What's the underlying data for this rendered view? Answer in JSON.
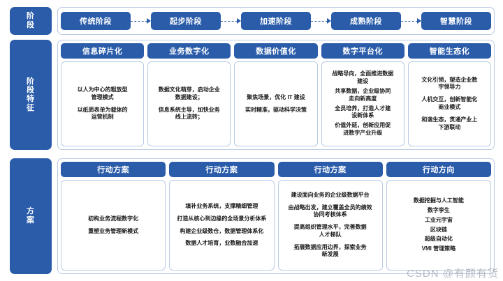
{
  "theme": {
    "accent": "#2a5caa",
    "border": "#b9cbe6",
    "text": "#1a1a1a",
    "background": "#ffffff"
  },
  "rows": {
    "stage": {
      "label": "阶段",
      "label_lines": [
        "阶",
        "段"
      ],
      "stages": [
        "传统阶段",
        "起步阶段",
        "加速阶段",
        "成熟阶段",
        "智慧阶段"
      ]
    },
    "characteristics": {
      "label": "阶段特征",
      "label_lines": [
        "阶",
        "段",
        "特",
        "征"
      ],
      "columns": [
        {
          "title": "信息碎片化",
          "lines": [
            "以人为中心的粗放型\n管理模式",
            "以纸质表单为载体的\n运营机制"
          ]
        },
        {
          "title": "业务数字化",
          "lines": [
            "数据文化萌芽，启动企业\n数据建设；",
            "信息系统主导，加快业务\n线上流转；"
          ]
        },
        {
          "title": "数据价值化",
          "lines": [
            "聚焦场景，优化 IT 建设",
            "实时精准，驱动科学决策"
          ]
        },
        {
          "title": "数字平台化",
          "lines": [
            "战略导向，全面推进数据\n建设",
            "共享数据，企业级协同\n走向新高度",
            "全员培养，打造人才建\n设新体系",
            "价值外延，创新应用促\n进数字产业升级"
          ]
        },
        {
          "title": "智能生态化",
          "lines": [
            "文化引领，塑造企业数\n字领导力",
            "人机交互，创新智能化\n商业模式",
            "和谐生态，贯通产业上\n下游联动"
          ]
        }
      ]
    },
    "plan": {
      "label": "方案",
      "label_lines": [
        "方",
        "案"
      ],
      "columns": [
        {
          "title": "行动方案",
          "lines": [
            "初构业务流程数字化",
            "重塑业务管理新模式"
          ]
        },
        {
          "title": "行动方案",
          "lines": [
            "填补业务系统，支撑精细管理",
            "打造从核心到边缘的全场景分析体系",
            "构建企业级数仓，数据管理体系化",
            "数据人才培育，业数融合加速"
          ]
        },
        {
          "title": "行动方案",
          "lines": [
            "建设面向业务的企业级数据平台",
            "由战略出发，建立覆盖全员的绩效\n协同考核体系",
            "提高组织管理水平，完善数据\n人才梯队",
            "拓展数据应用边界，探索业务\n新发展"
          ]
        },
        {
          "title": "行动方向",
          "lines": [
            "数据挖掘与人工智能",
            "数字孪生",
            "工业元宇宙",
            "区块链",
            "超级自动化",
            "VMI 管理策略"
          ]
        }
      ]
    }
  },
  "watermark": "CSDN @有颜有货"
}
